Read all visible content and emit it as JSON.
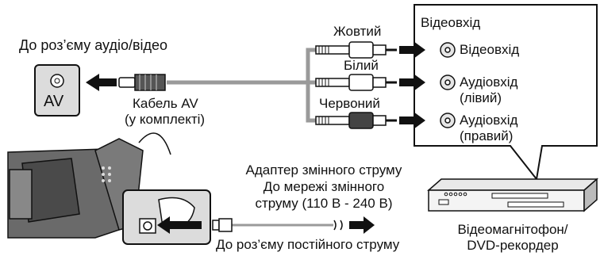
{
  "av_jack_label": "До роз’єму аудіо/відео",
  "av_port_label": "AV",
  "cable": {
    "line1": "Кабель AV",
    "line2": "(у комплекті)"
  },
  "plug_colors": {
    "yellow": "Жовтий",
    "white": "Білий",
    "red": "Червоний"
  },
  "recorder_panel": {
    "header": "Відеовхід",
    "video_in": "Відеовхід",
    "audio_left_1": "Аудіовхід",
    "audio_left_2": "(лівий)",
    "audio_right_1": "Аудіовхід",
    "audio_right_2": "(правий)"
  },
  "adapter": {
    "line1": "Адаптер змінного струму",
    "line2": "До мережі змінного",
    "line3": "струму (110 В - 240 В)"
  },
  "dc_jack_label": "До роз’єму постійного струму",
  "recorder_label": {
    "line1": "Відеомагнітофон/",
    "line2": "DVD-рекордер"
  },
  "colors": {
    "line": "#111111",
    "cable_gray": "#9a9a9a",
    "panel_fill": "#dcdcdc"
  }
}
